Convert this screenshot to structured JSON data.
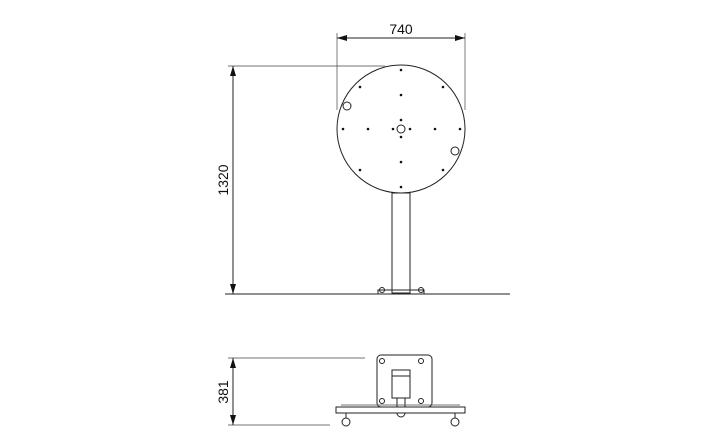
{
  "dimensions": {
    "width_label": "740",
    "height_label": "1320",
    "depth_label": "381"
  },
  "colors": {
    "line": "#222222",
    "background": "#ffffff"
  }
}
